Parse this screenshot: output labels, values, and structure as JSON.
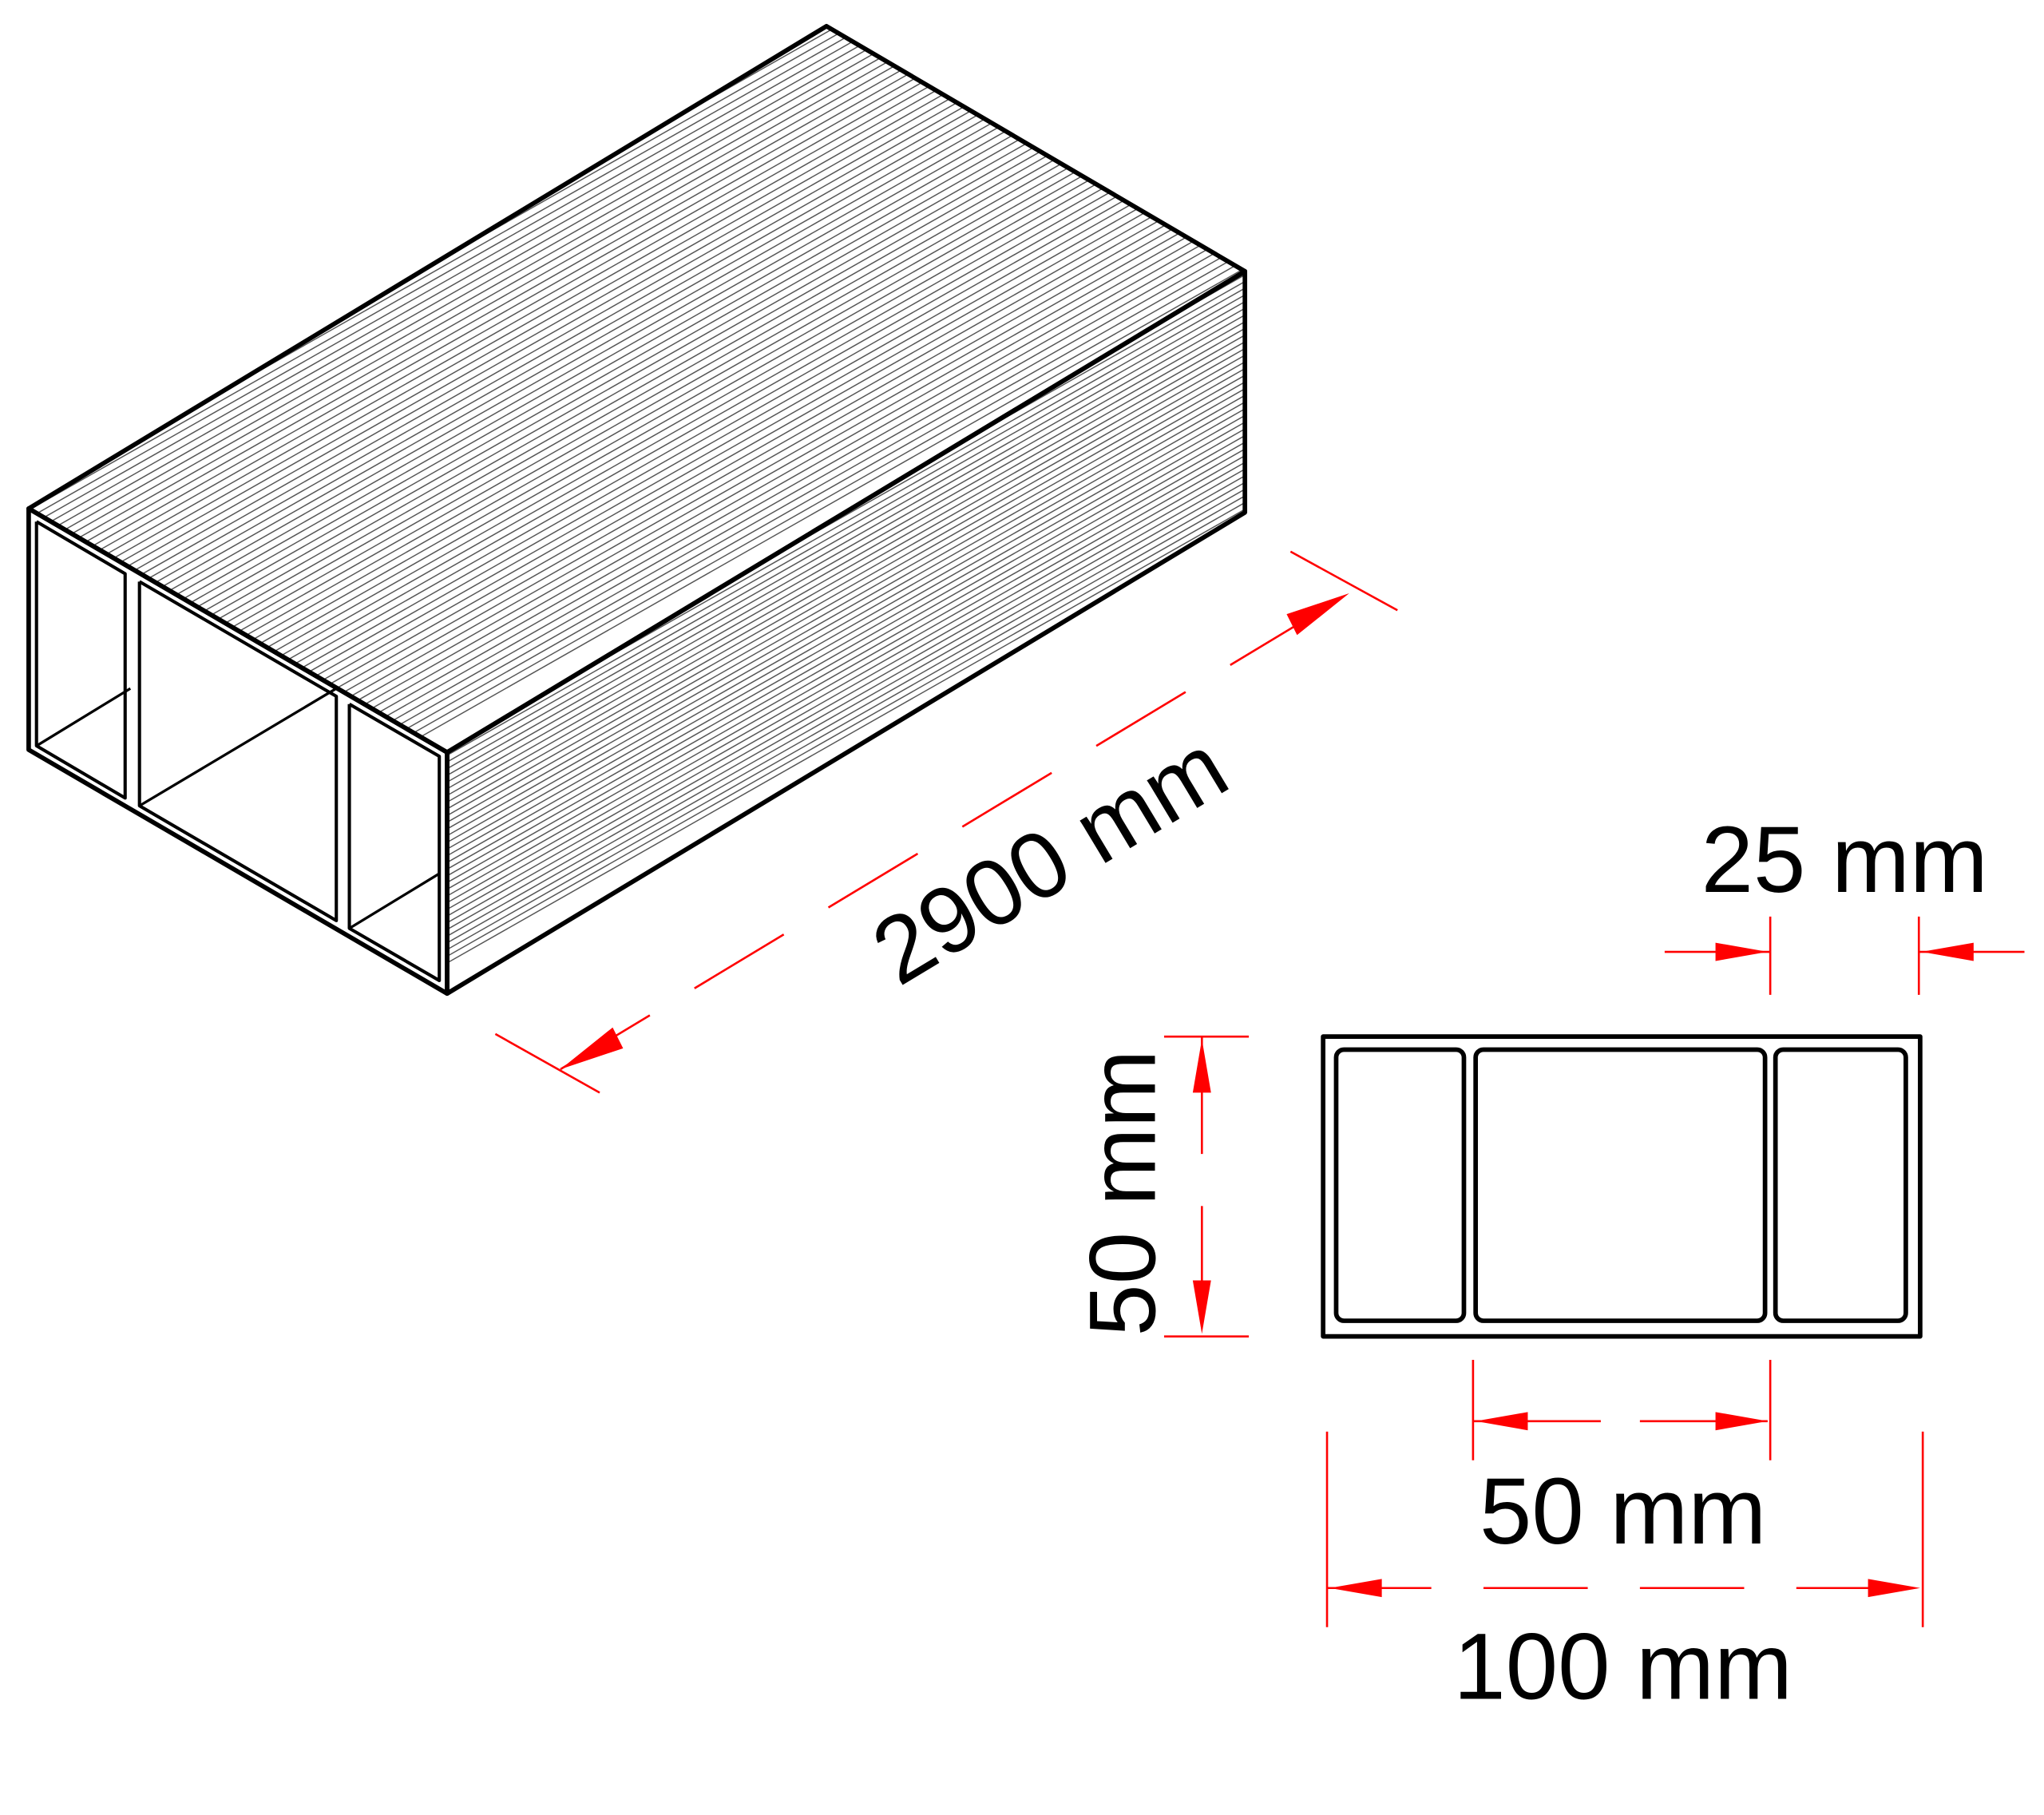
{
  "drawing": {
    "length_label": "2900 mm",
    "height_label": "50 mm",
    "cell_width_label": "25 mm",
    "center_cell_label": "50 mm",
    "total_width_label": "100 mm"
  },
  "colors": {
    "outline": "#000000",
    "dimension": "#ff0000",
    "hatch": "#555555"
  }
}
